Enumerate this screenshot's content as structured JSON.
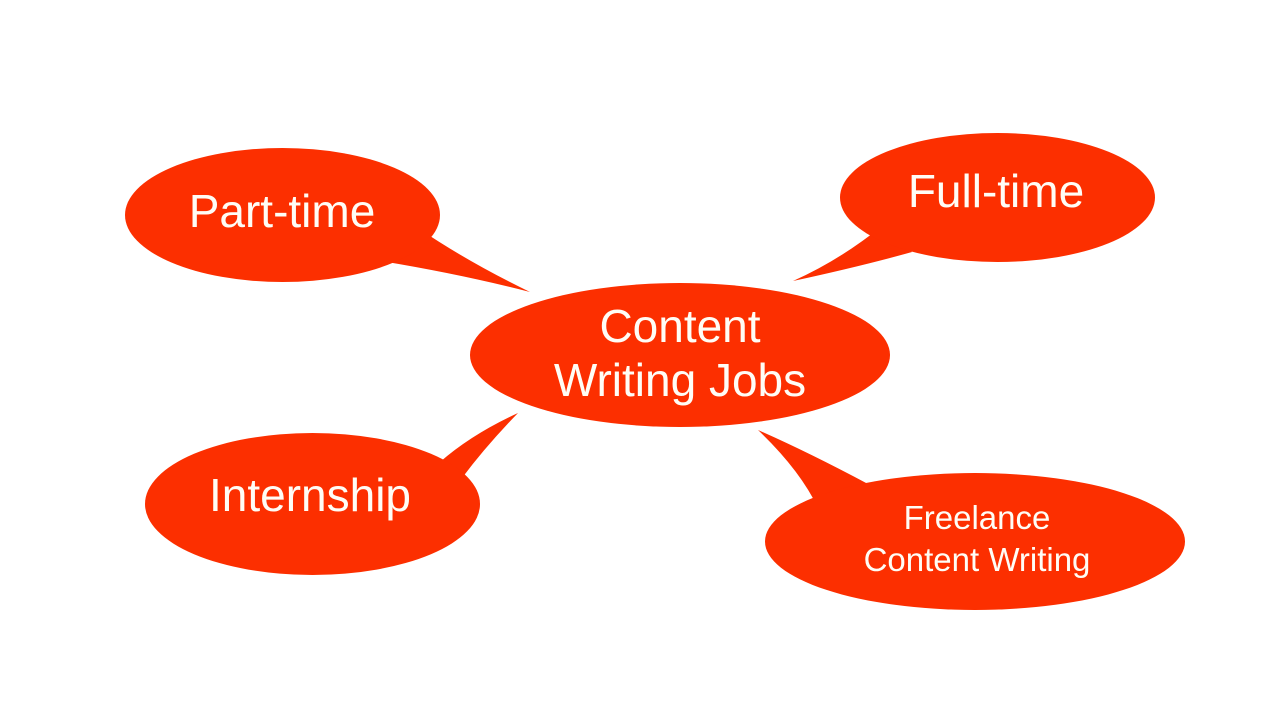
{
  "diagram": {
    "type": "mind-map",
    "colors": {
      "bubble": "#FC2F00",
      "label": "#FFFDF6",
      "background": "#FFFFFF"
    },
    "center": {
      "id": "content-writing-jobs",
      "lines": [
        "Content",
        "Writing Jobs"
      ]
    },
    "branches": [
      {
        "id": "part-time",
        "lines": [
          "Part-time"
        ]
      },
      {
        "id": "full-time",
        "lines": [
          "Full-time"
        ]
      },
      {
        "id": "internship",
        "lines": [
          "Internship"
        ]
      },
      {
        "id": "freelance-content-writing",
        "lines": [
          "Freelance",
          "Content Writing"
        ]
      }
    ]
  }
}
